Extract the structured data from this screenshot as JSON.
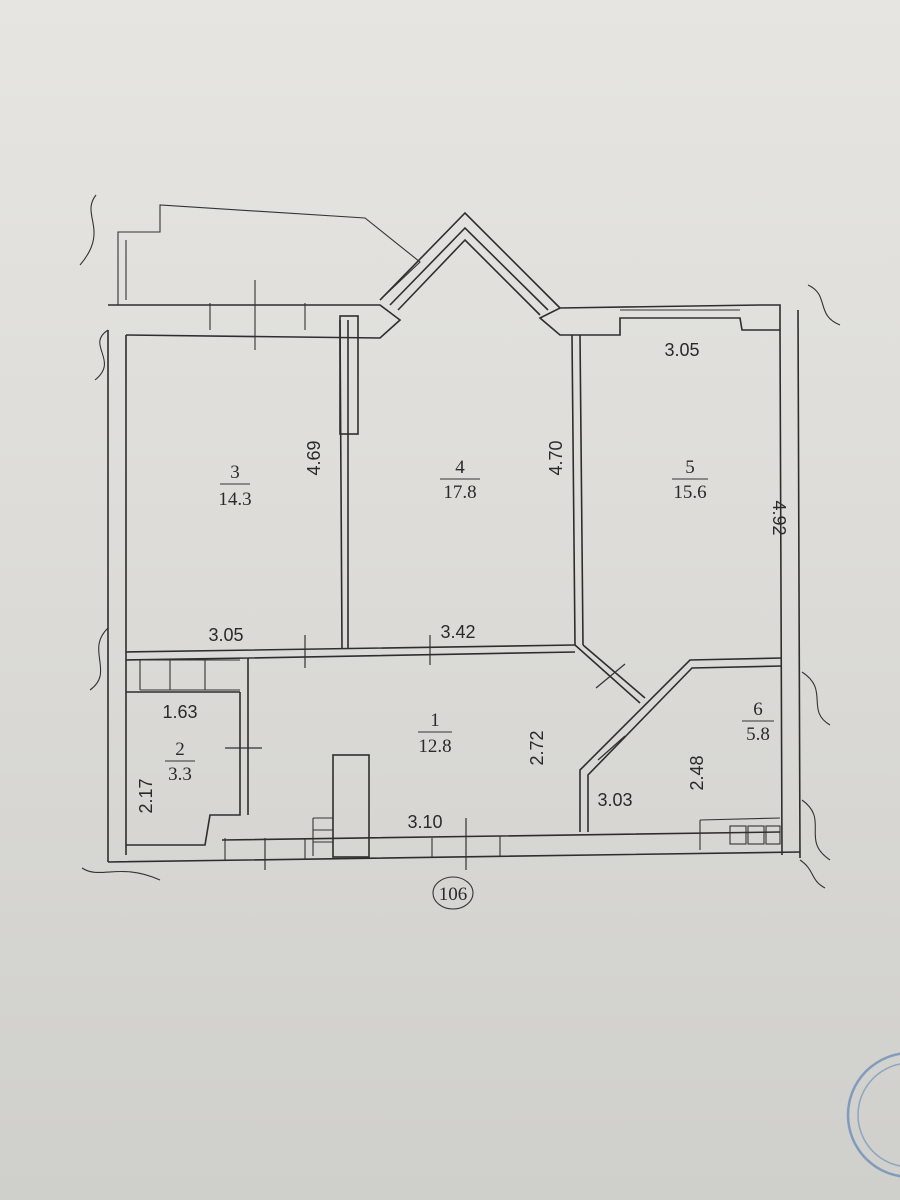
{
  "rooms": [
    {
      "id": "1",
      "number": "1",
      "area": "12.8"
    },
    {
      "id": "2",
      "number": "2",
      "area": "3.3"
    },
    {
      "id": "3",
      "number": "3",
      "area": "14.3"
    },
    {
      "id": "4",
      "number": "4",
      "area": "17.8"
    },
    {
      "id": "5",
      "number": "5",
      "area": "15.6"
    },
    {
      "id": "6",
      "number": "6",
      "area": "5.8"
    }
  ],
  "dimensions": {
    "room3_width": "3.05",
    "room3_length": "4.69",
    "room4_length": "4.70",
    "room4_width": "3.42",
    "room5_width": "3.05",
    "room5_length": "4.92",
    "room2_width": "1.63",
    "room2_length": "2.17",
    "room1_depth": "2.72",
    "room1_width": "3.10",
    "room6_width": "3.03",
    "room6_length": "2.48"
  },
  "apartment_marker": "106",
  "colors": {
    "ink": "#2e2e2e",
    "paper": "#e3e2de",
    "stamp": "#3f6fb0"
  }
}
